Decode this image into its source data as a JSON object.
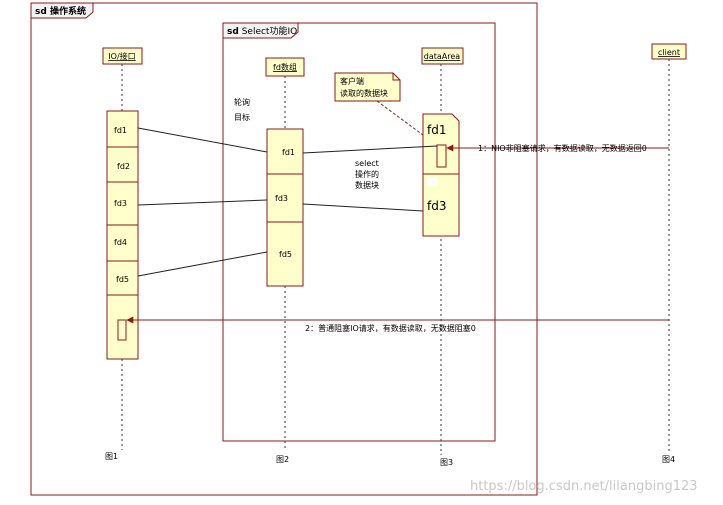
{
  "outer_frame": {
    "label": "操作系统"
  },
  "inner_frame": {
    "label": "Select功能IO"
  },
  "frame_keyword": "sd",
  "lifelines": {
    "io_port": "IO/接口",
    "fd_array": "fd数组",
    "data_area": "dataArea",
    "client": "client"
  },
  "polling_label": {
    "line1": "轮询",
    "line2": "目标"
  },
  "io_port_cells": [
    "fd1",
    "fd2",
    "fd3",
    "fd4",
    "fd5"
  ],
  "fd_array_cells": [
    "fd1",
    "fd3",
    "fd5"
  ],
  "data_area_cells": [
    "fd1",
    "fd3"
  ],
  "note": {
    "line1": "客户端",
    "line2": "读取的数据块"
  },
  "select_label": {
    "line1": "select",
    "line2": "操作的",
    "line3": "数据块"
  },
  "messages": {
    "m1": "1：NIO非阻塞请求，有数据读取，无数据返回0",
    "m2": "2：普通阻塞IO请求，有数据读取，无数据阻塞0"
  },
  "captions": {
    "c1": "图1",
    "c2": "图2",
    "c3": "图3",
    "c4": "图4"
  },
  "watermark": "https://blog.csdn.net/lilangbing123"
}
